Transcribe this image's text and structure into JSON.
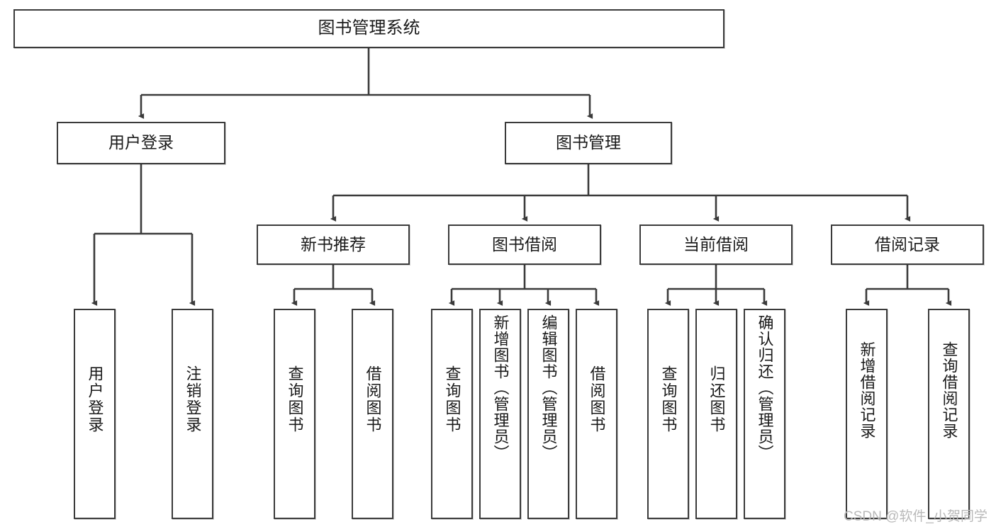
{
  "diagram": {
    "title": "图书管理系统",
    "type": "tree",
    "root": {
      "id": "root",
      "label": "图书管理系统"
    },
    "level1": [
      {
        "id": "user-login",
        "label": "用户登录"
      },
      {
        "id": "book-manage",
        "label": "图书管理"
      }
    ],
    "level2": [
      {
        "id": "new-book-rec",
        "label": "新书推荐",
        "parent": "book-manage"
      },
      {
        "id": "book-borrow",
        "label": "图书借阅",
        "parent": "book-manage"
      },
      {
        "id": "current-borrow",
        "label": "当前借阅",
        "parent": "book-manage"
      },
      {
        "id": "borrow-record",
        "label": "借阅记录",
        "parent": "book-manage"
      }
    ],
    "leaves": [
      {
        "id": "leaf-user-login",
        "label": "用户登录",
        "parent": "user-login"
      },
      {
        "id": "leaf-user-logout",
        "label": "注销登录",
        "parent": "user-login"
      },
      {
        "id": "leaf-query-book-1",
        "label": "查询图书",
        "parent": "new-book-rec"
      },
      {
        "id": "leaf-borrow-book-1",
        "label": "借阅图书",
        "parent": "new-book-rec"
      },
      {
        "id": "leaf-query-book-2",
        "label": "查询图书",
        "parent": "book-borrow"
      },
      {
        "id": "leaf-add-book",
        "label": "新增图书（管理员）",
        "parent": "book-borrow"
      },
      {
        "id": "leaf-edit-book",
        "label": "编辑图书（管理员）",
        "parent": "book-borrow"
      },
      {
        "id": "leaf-borrow-book-2",
        "label": "借阅图书",
        "parent": "book-borrow"
      },
      {
        "id": "leaf-query-book-3",
        "label": "查询图书",
        "parent": "current-borrow"
      },
      {
        "id": "leaf-return-book",
        "label": "归还图书",
        "parent": "current-borrow"
      },
      {
        "id": "leaf-confirm-return",
        "label": "确认归还（管理员）",
        "parent": "current-borrow"
      },
      {
        "id": "leaf-add-record",
        "label": "新增借阅记录",
        "parent": "borrow-record"
      },
      {
        "id": "leaf-query-record",
        "label": "查询借阅记录",
        "parent": "borrow-record"
      }
    ],
    "watermark": "CSDN @软件_小贺同学",
    "colors": {
      "stroke": "#3b3b3b",
      "text": "#1a1a1a",
      "background": "#ffffff",
      "watermark": "#b9b9b9"
    }
  }
}
